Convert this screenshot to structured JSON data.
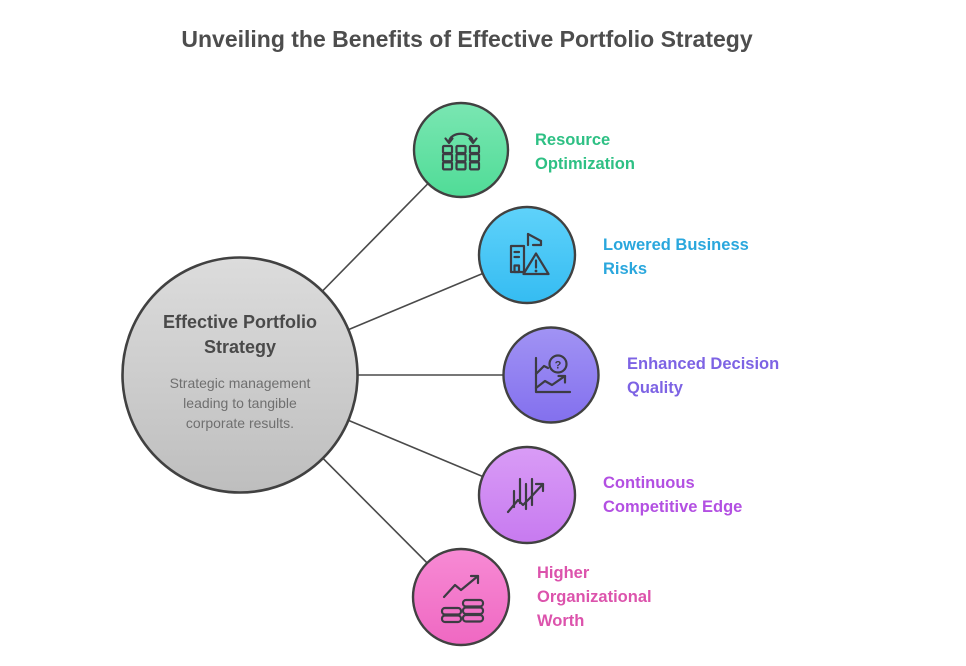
{
  "title": {
    "text": "Unveiling the Benefits of Effective Portfolio Strategy",
    "color": "#4D4D4D"
  },
  "center_node": {
    "title_lines": [
      "Effective Portfolio",
      "Strategy"
    ],
    "subtitle_lines": [
      "Strategic management",
      "leading to tangible",
      "corporate results."
    ],
    "fill_top": "#DCDCDC",
    "fill_bottom": "#BEBEBE",
    "outline_color": "#414141"
  },
  "connector_color": "#4A4A4A",
  "nodes": [
    {
      "name": "resource-optimization",
      "icon": "resource-allocation-icon",
      "label_lines": [
        "Resource",
        "Optimization"
      ],
      "label_color": "#2EC084",
      "fill_top": "#7AE6B2",
      "fill_bottom": "#50DC97"
    },
    {
      "name": "lowered-business-risks",
      "icon": "building-warning-icon",
      "label_lines": [
        "Lowered Business",
        "Risks"
      ],
      "label_color": "#2AA7DD",
      "fill_top": "#5FD2FA",
      "fill_bottom": "#35BCF2"
    },
    {
      "name": "enhanced-decision-quality",
      "icon": "chart-question-icon",
      "label_lines": [
        "Enhanced Decision",
        "Quality"
      ],
      "label_color": "#7D63E4",
      "fill_top": "#A193F4",
      "fill_bottom": "#8370EE"
    },
    {
      "name": "continuous-competitive-edge",
      "icon": "candlestick-arrow-icon",
      "label_lines": [
        "Continuous",
        "Competitive Edge"
      ],
      "label_color": "#B350E2",
      "fill_top": "#D99CF6",
      "fill_bottom": "#C77AF0"
    },
    {
      "name": "higher-organizational-worth",
      "icon": "coins-growth-icon",
      "label_lines": [
        "Higher",
        "Organizational",
        "Worth"
      ],
      "label_color": "#DC53AC",
      "fill_top": "#F78AD4",
      "fill_bottom": "#EF68C2"
    }
  ],
  "icon_glyphs": {
    "question_mark": "?"
  }
}
